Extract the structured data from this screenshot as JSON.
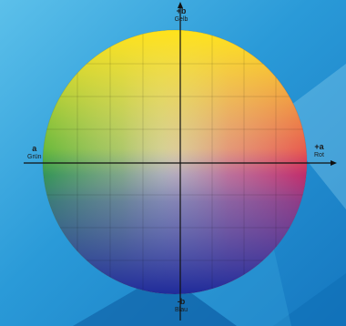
{
  "diagram": {
    "axes": {
      "top": {
        "symbol": "+b",
        "name": "Gelb"
      },
      "bottom": {
        "symbol": "-b",
        "name": "Blau"
      },
      "left": {
        "symbol": "a",
        "name": "Grün"
      },
      "right": {
        "symbol": "+a",
        "name": "Rot"
      }
    },
    "colors": {
      "background_light": "#4fb8e6",
      "background_mid": "#1e90d2",
      "background_dark": "#0b63a8",
      "yellow": "#ffe21a",
      "red": "#e3124a",
      "green": "#2eaa3a",
      "blue": "#1f2e9e",
      "center": "#c8c4c0",
      "axis": "#111111"
    }
  }
}
